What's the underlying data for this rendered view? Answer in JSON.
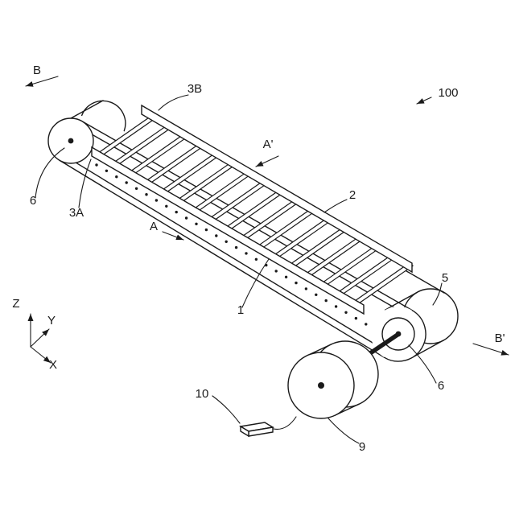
{
  "labels": {
    "view_b": "B",
    "view_b_prime": "B'",
    "section_a": "A",
    "section_a_prime": "A'",
    "ref_100": "100",
    "ref_1": "1",
    "ref_2": "2",
    "ref_3a": "3A",
    "ref_3b": "3B",
    "ref_5": "5",
    "ref_6_left": "6",
    "ref_6_right": "6",
    "ref_9": "9",
    "ref_10": "10"
  },
  "axes": {
    "x": "X",
    "y": "Y",
    "z": "Z"
  },
  "drawing": {
    "line_color": "#1a1a1a",
    "background": "#ffffff",
    "rung_count": 17,
    "hole_count": 28
  }
}
